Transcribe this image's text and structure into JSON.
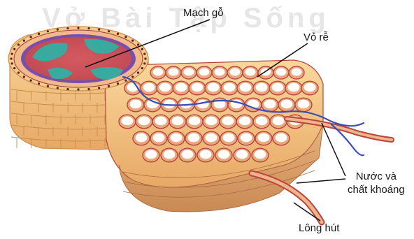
{
  "watermark": "Vở Bài Tập Sống",
  "labels": {
    "xylem": "Mạch gỗ",
    "root_cortex": "Vỏ rễ",
    "water_minerals_line1": "Nước và",
    "water_minerals_line2": "chất khoáng",
    "root_hair": "Lông hút"
  },
  "colors": {
    "cell_fill": "#f7d18f",
    "cell_border": "#c98d4c",
    "cortex_cell_wall": "#b8463f",
    "cell_interior": "#ffffff",
    "xylem_purple": "#7b4fa8",
    "xylem_red": "#d2595a",
    "xylem_teal": "#3aa9a0",
    "water_path_blue": "#3a4db8"
  },
  "icons": {
    "pathway": "water-flow-path",
    "arrows": "pointer-line"
  }
}
